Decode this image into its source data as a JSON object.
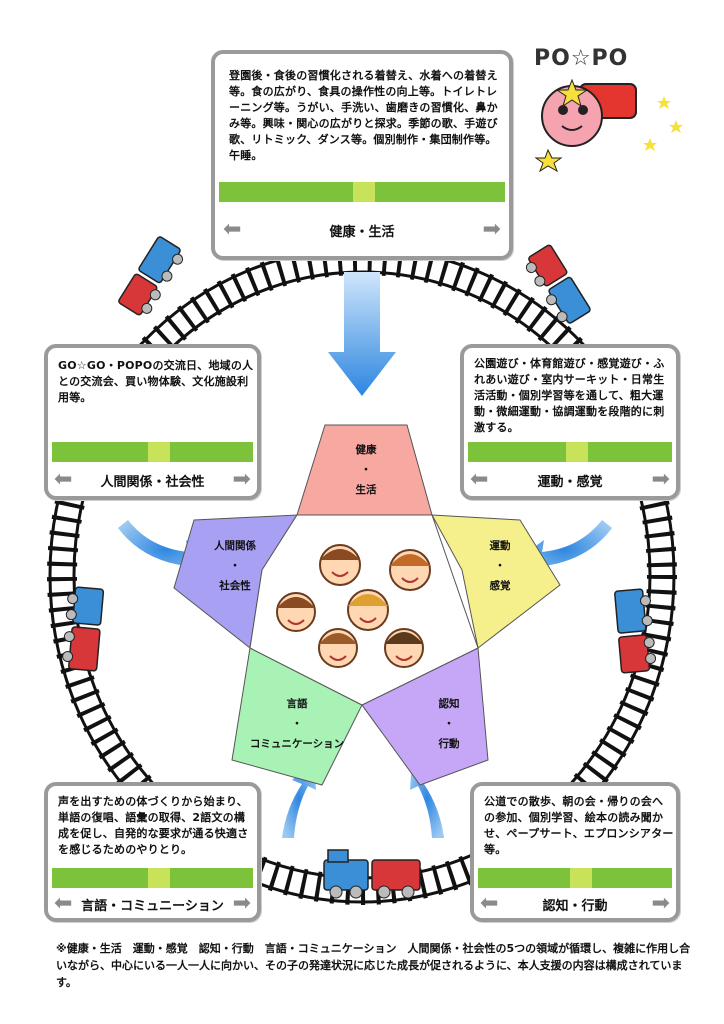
{
  "logo_text": "PO☆PO",
  "domains": {
    "health": {
      "title": "健康・生活",
      "description": "登園後・食後の習慣化される着替え、水着への着替え等。食の広がり、食具の操作性の向上等。トイレトレーニング等。うがい、手洗い、歯磨きの習慣化、鼻かみ等。興味・関心の広がりと探求。季節の歌、手遊び歌、リトミック、ダンス等。個別制作・集団制作等。午睡。"
    },
    "social": {
      "title": "人間関係・社会性",
      "description": "GO☆GO・POPOの交流日、地域の人との交流会、買い物体験、文化施設利用等。"
    },
    "motor": {
      "title": "運動・感覚",
      "description": "公園遊び・体育館遊び・感覚遊び・ふれあい遊び・室内サーキット・日常生活活動・個別学習等を通して、粗大運動・微細運動・協調運動を段階的に刺激する。"
    },
    "language": {
      "title": "言語・コミュニーション",
      "description": "声を出すための体づくりから始まり、単語の復唱、語彙の取得、2語文の構成を促し、自発的な要求が通る快適さを感じるためのやりとり。"
    },
    "cognition": {
      "title": "認知・行動",
      "description": "公道での散歩、朝の会・帰りの会への参加、個別学習、絵本の読み聞かせ、ペープサート、エプロンシアター等。"
    }
  },
  "pentagon": {
    "top": [
      "健康",
      "・",
      "生活"
    ],
    "left": [
      "人間関係",
      "・",
      "社会性"
    ],
    "right": [
      "運動",
      "・",
      "感覚"
    ],
    "bottom_left": [
      "言語",
      "・",
      "コミュニケーション"
    ],
    "bottom_right": [
      "認知",
      "・",
      "行動"
    ]
  },
  "colors": {
    "health": "#f7a8a0",
    "social": "#a8a0f2",
    "motor": "#f5f08c",
    "language": "#a9f2b6",
    "cognition": "#c6a6f7",
    "card_border": "#9a9a9a",
    "grass": "#7cc23a",
    "flow_arrow": "#3a8fe0"
  },
  "footnote": "※健康・生活　運動・感覚　認知・行動　言語・コミュニケーション　人間関係・社会性の5つの領域が循環し、複雑に作用し合いながら、中心にいる一人一人に向かい、その子の発達状況に応じた成長が促されるように、本人支援の内容は構成されています。"
}
